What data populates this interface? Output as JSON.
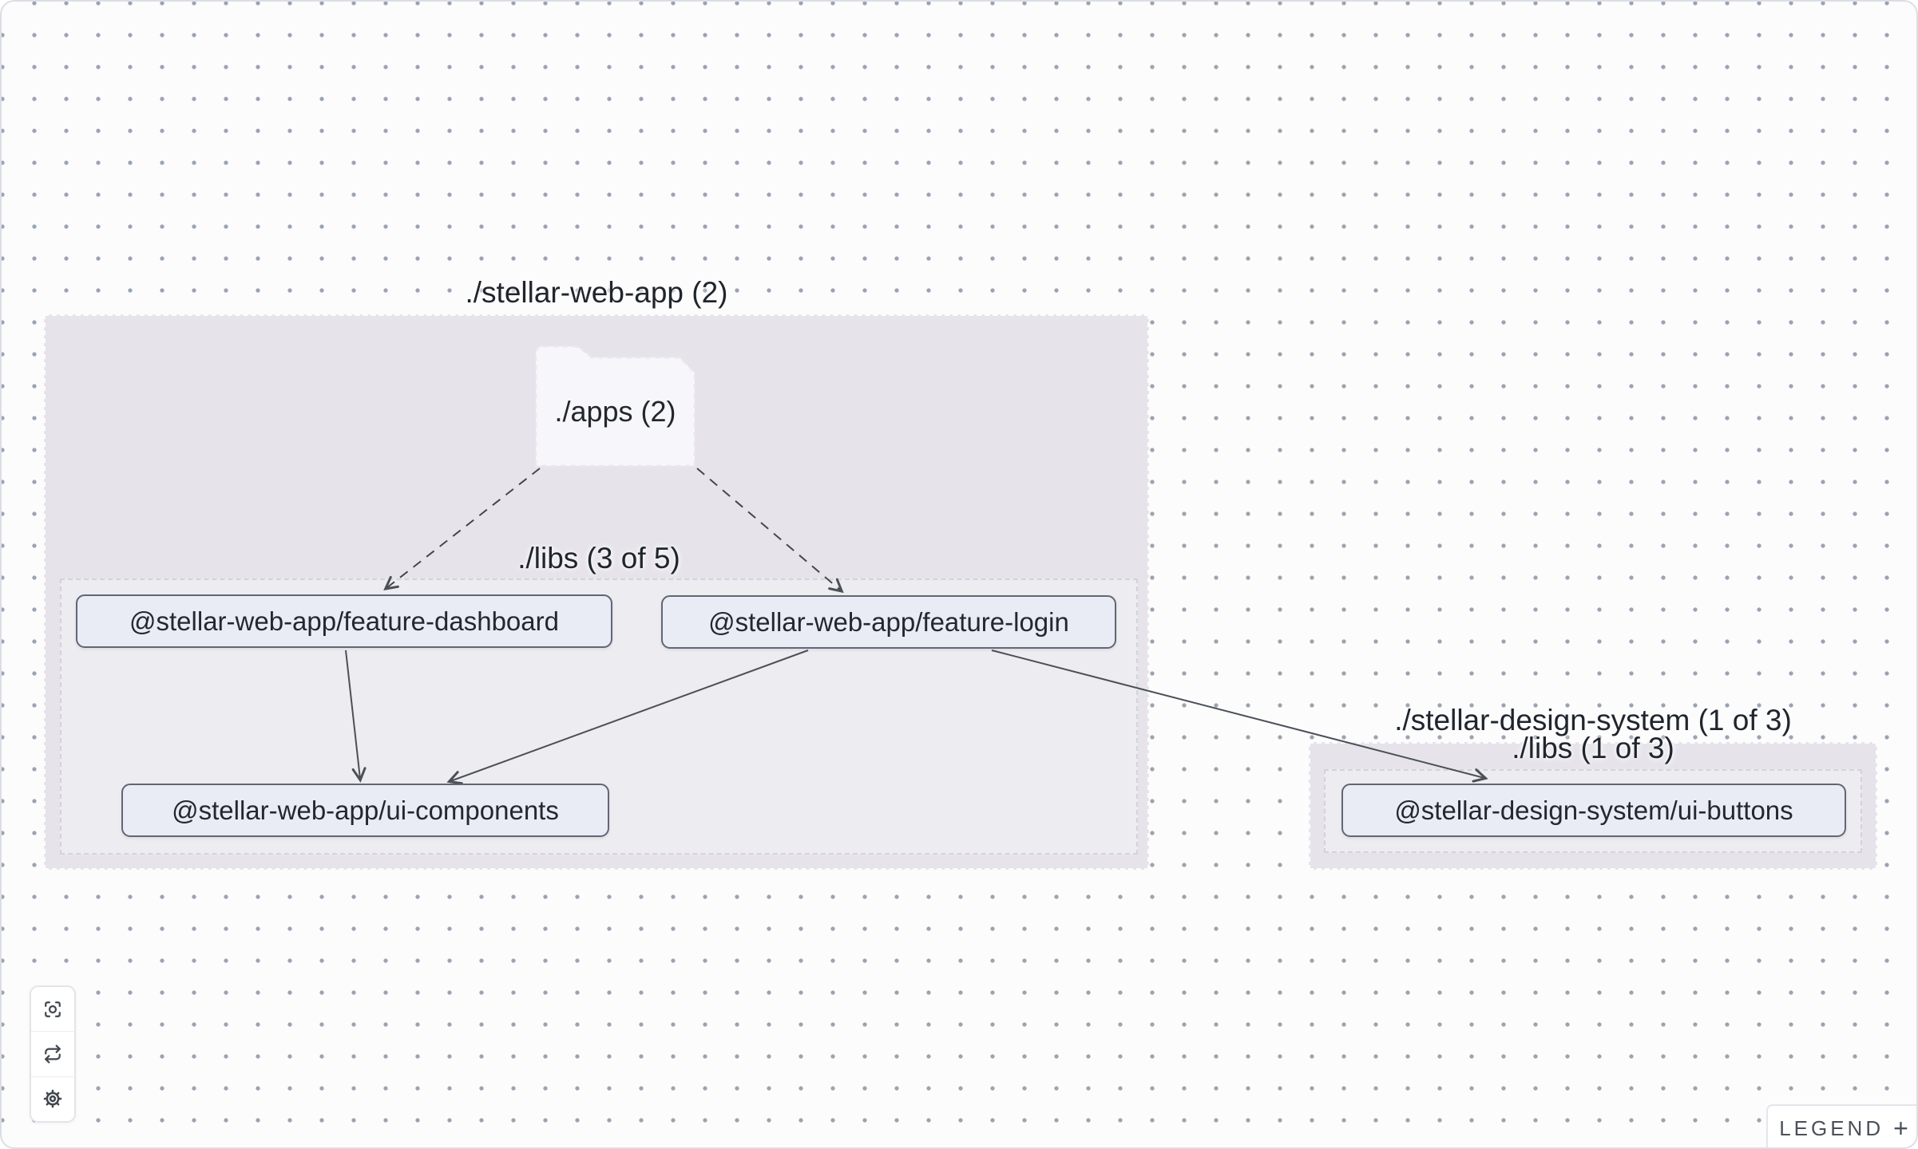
{
  "workspace_graph": {
    "groups": [
      {
        "label": "./stellar-web-app (2)"
      },
      {
        "label": "./stellar-design-system (1 of 3)"
      }
    ],
    "subgroups": [
      {
        "label": "./libs (3 of 5)"
      },
      {
        "label": "./libs (1 of 3)"
      }
    ],
    "folder_node": {
      "label": "./apps (2)"
    },
    "project_nodes": [
      {
        "label": "@stellar-web-app/feature-dashboard"
      },
      {
        "label": "@stellar-web-app/feature-login"
      },
      {
        "label": "@stellar-web-app/ui-components"
      },
      {
        "label": "@stellar-design-system/ui-buttons"
      }
    ],
    "edges": [
      {
        "from": "./apps",
        "to": "@stellar-web-app/feature-dashboard",
        "style": "dashed"
      },
      {
        "from": "./apps",
        "to": "@stellar-web-app/feature-login",
        "style": "dashed"
      },
      {
        "from": "@stellar-web-app/feature-dashboard",
        "to": "@stellar-web-app/ui-components",
        "style": "solid"
      },
      {
        "from": "@stellar-web-app/feature-login",
        "to": "@stellar-web-app/ui-components",
        "style": "solid"
      },
      {
        "from": "@stellar-web-app/feature-login",
        "to": "@stellar-design-system/ui-buttons",
        "style": "solid"
      }
    ]
  },
  "toolbar": {
    "buttons": [
      {
        "icon": "focus-icon"
      },
      {
        "icon": "refresh-icon"
      },
      {
        "icon": "settings-icon"
      }
    ]
  },
  "legend": {
    "label": "LEGEND",
    "toggle_symbol": "+"
  },
  "colors": {
    "canvas_bg": "#fcfcfd",
    "dot": "#9aa3b3",
    "group_fill": "#e6e4ea",
    "node_fill": "#e9ecf5",
    "node_border": "#606774",
    "edge": "#4b5058"
  }
}
